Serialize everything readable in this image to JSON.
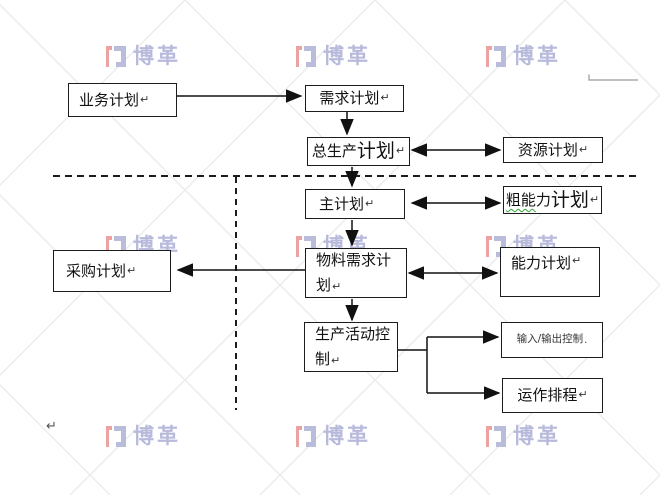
{
  "watermark": {
    "text": "博革",
    "text_color": "#b8badc",
    "logo_red": "#eda2a2",
    "logo_blue": "#babcdc"
  },
  "marks": {
    "return": "↵",
    "period": "."
  },
  "diagram": {
    "divider_color": "#1c1c1c",
    "lattice_color": "#ececec",
    "nodes": {
      "business": {
        "label": "业务计划",
        "suffix": "↵"
      },
      "demand": {
        "label": "需求计划",
        "suffix": "↵"
      },
      "master_production": {
        "label_small": "总生产",
        "label_large": "计划",
        "suffix": "↵"
      },
      "resource": {
        "label": "资源计划",
        "suffix": "↵"
      },
      "master": {
        "label": "主计划",
        "suffix": "↵"
      },
      "rough_capacity": {
        "label_marked": "粗能",
        "label_small": "力",
        "label_large": "计划",
        "suffix": "↵"
      },
      "mrp": {
        "label": "物料需求计划",
        "line1": "物料需求计",
        "line2": "划",
        "suffix": "↵"
      },
      "purchasing": {
        "label": "采购计划",
        "suffix": "↵"
      },
      "capacity": {
        "label": "能力计划",
        "suffix": "↵"
      },
      "pac": {
        "label": "生产活动控制",
        "line1": "生产活动控",
        "line2": "制",
        "suffix": "↵"
      },
      "io_control": {
        "label": "输入/输出控制",
        "suffix": "."
      },
      "scheduling": {
        "label": "运作排程",
        "suffix": "↵"
      }
    }
  }
}
